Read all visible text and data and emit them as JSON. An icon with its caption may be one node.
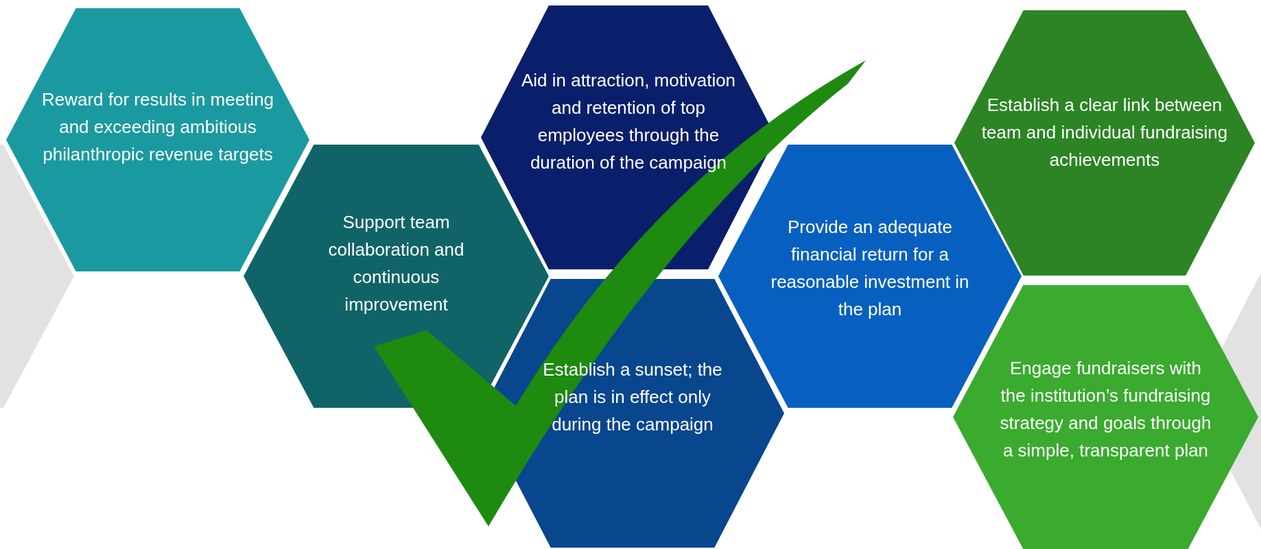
{
  "diagram": {
    "nodes": [
      {
        "text": [],
        "shape": "hexagon"
      },
      {
        "text": [
          "Reward for results in meeting and exceeding ambitious philanthropic revenue targets"
        ]
      },
      {
        "text": [
          "Support team collaboration and continuous improvement"
        ]
      },
      {
        "text": [
          "Aid in attraction, motivation and retention of top employees through the duration of the campaign"
        ]
      },
      {
        "text": [
          "Establish a sunset; the plan is in effect only during the campaign"
        ]
      },
      {
        "text": [
          "Provide an adequate financial return for a reasonable investment in the plan"
        ]
      },
      {
        "text": [
          "Establish a clear link between team and individual fundraising achievements"
        ]
      },
      {
        "text": [
          "Engage fundraisers with the institution’s fundraising strategy and goals through a simple, transparent plan"
        ]
      },
      {
        "text": [],
        "shape": "hexagon"
      }
    ]
  }
}
